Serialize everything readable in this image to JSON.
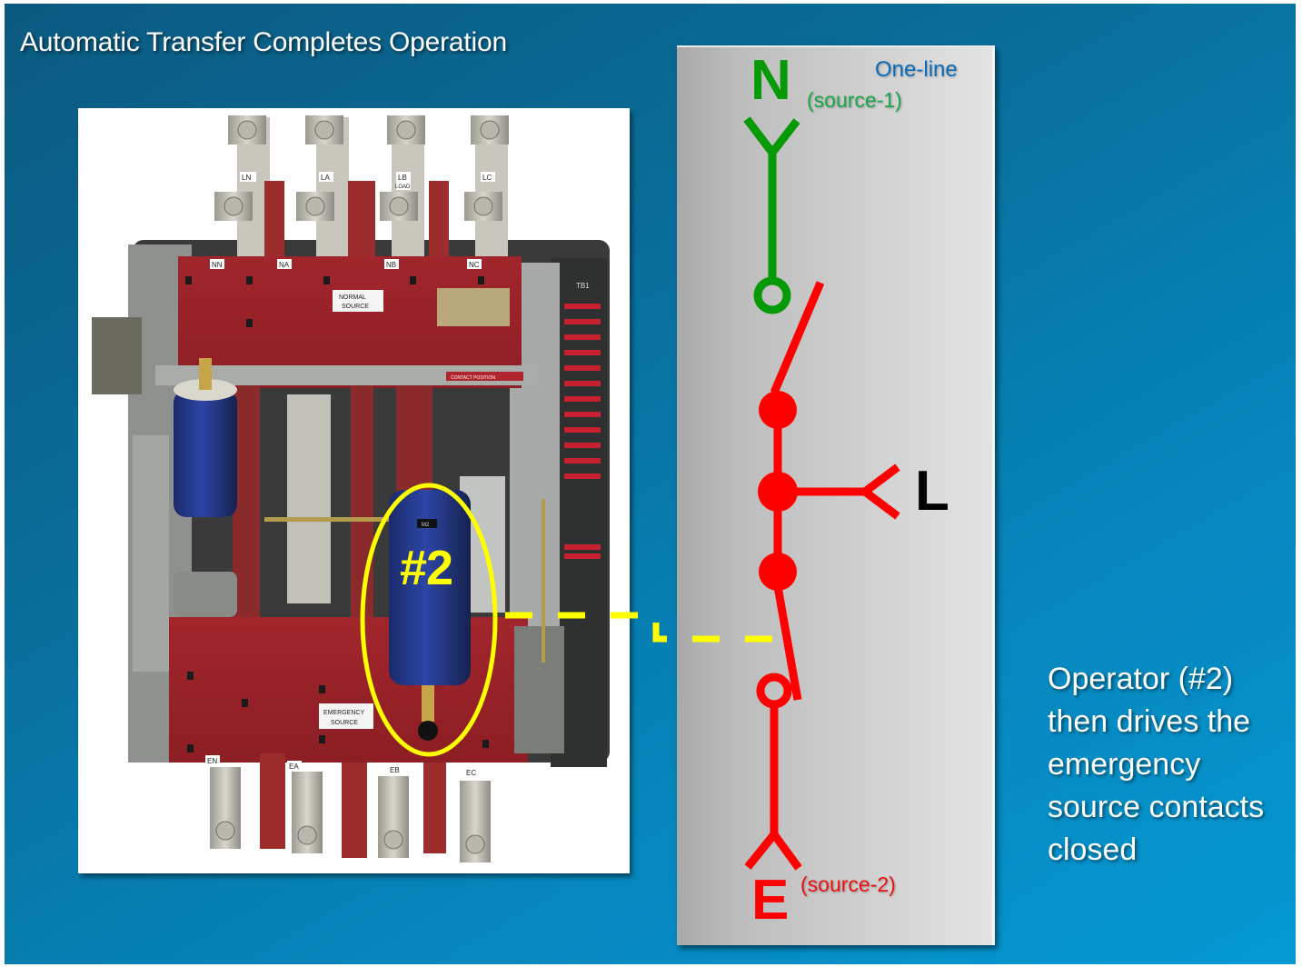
{
  "slide": {
    "title": "Automatic Transfer Completes Operation",
    "background_colors": [
      "#0b5a80",
      "#0599d4"
    ]
  },
  "photo": {
    "description": "Automatic transfer switch photograph",
    "load_terminals": [
      "LN",
      "LA",
      "LB",
      "LC"
    ],
    "load_terminal_note": "LOAD",
    "normal_terminals": [
      "NN",
      "NA",
      "NB",
      "NC"
    ],
    "emergency_terminals": [
      "EN",
      "EA",
      "EB",
      "EC"
    ],
    "normal_plate": [
      "NORMAL",
      "SOURCE"
    ],
    "emergency_plate": [
      "EMERGENCY",
      "SOURCE"
    ],
    "contact_position_label": "CONTACT POSITION",
    "terminal_block_label": "TB1",
    "motor_label": "M2",
    "highlight": {
      "label": "#2",
      "color": "#ffff00"
    }
  },
  "oneline": {
    "title": "One-line",
    "normal_source": {
      "letter": "N",
      "label": "(source-1)",
      "color": "#069a06"
    },
    "load": {
      "letter": "L",
      "color": "#000000"
    },
    "emergency_source": {
      "letter": "E",
      "label": "(source-2)",
      "color": "#ff0000"
    },
    "contact_color": "#ff0000",
    "link_color": "#ffff00"
  },
  "caption": {
    "lines": [
      "Operator (#2)",
      "then drives the",
      "emergency",
      "source contacts",
      "closed"
    ]
  }
}
